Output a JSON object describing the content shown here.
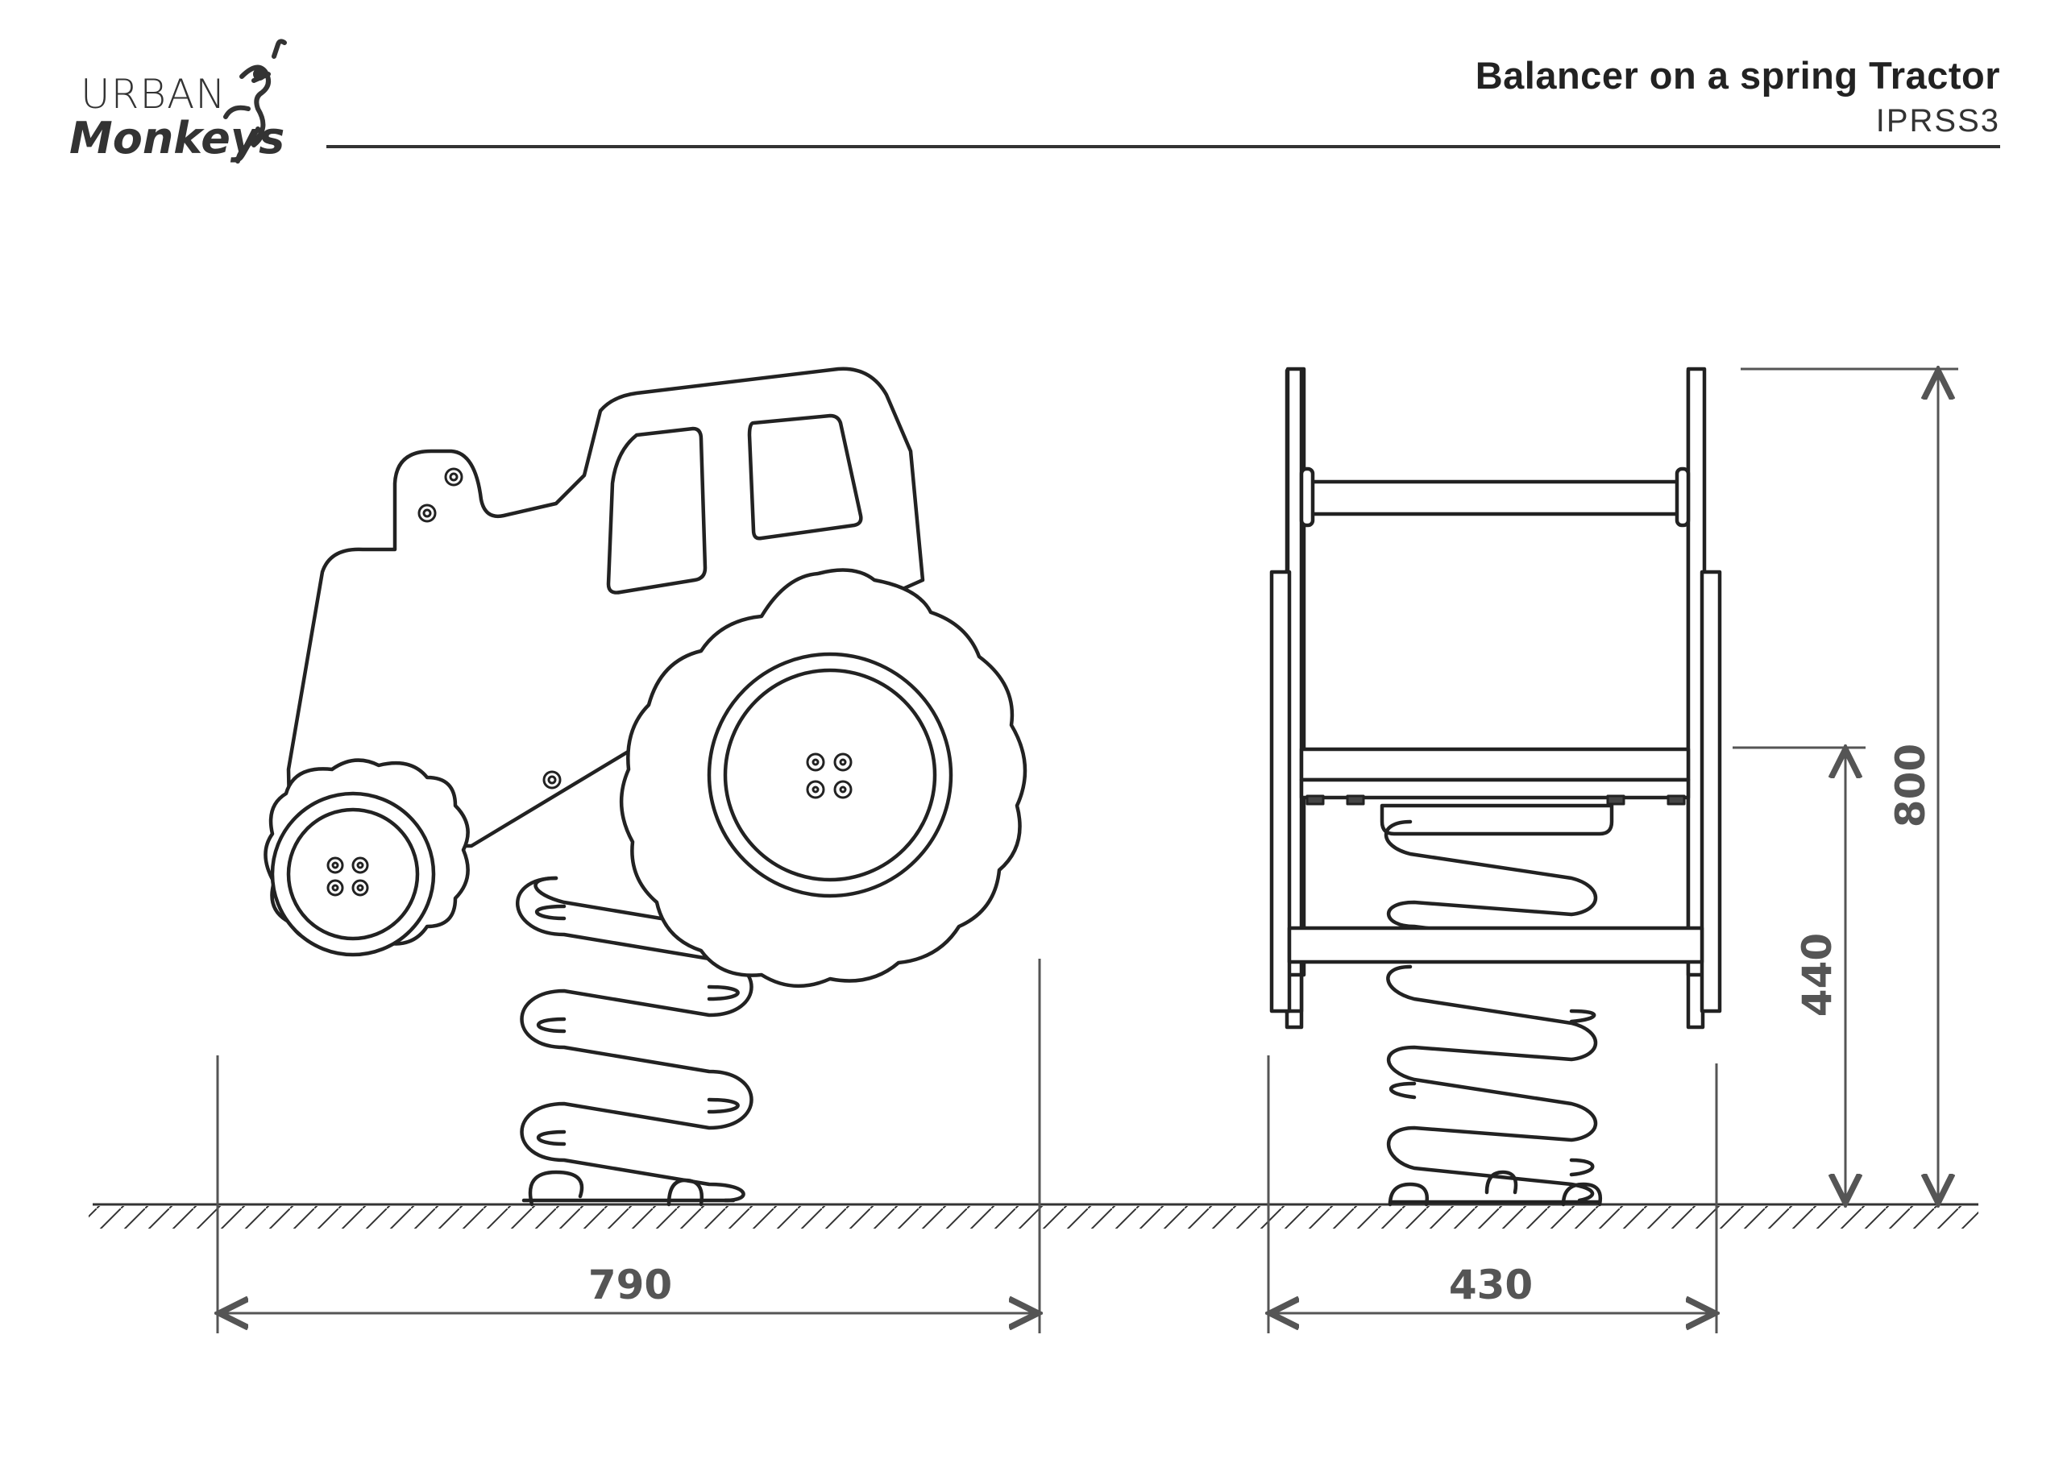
{
  "brand": {
    "line1": "URBAN",
    "line2": "Monkeys"
  },
  "header": {
    "title": "Balancer on a spring Tractor",
    "code": "IPRSS3"
  },
  "dimensions": {
    "side_width": "790",
    "front_width": "430",
    "seat_height": "440",
    "total_height": "800"
  },
  "colors": {
    "line": "#222222",
    "dimension": "#555555"
  }
}
